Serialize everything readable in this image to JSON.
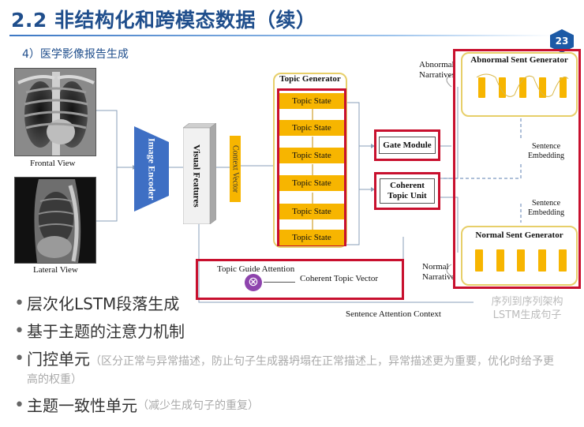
{
  "header": {
    "title": "2.2 非结构化和跨模态数据（续）",
    "page_number": "23",
    "subtitle": "4）医学影像报告生成"
  },
  "diagram": {
    "frontal_view": "Frontal View",
    "lateral_view": "Lateral View",
    "image_encoder": "Image Encoder",
    "visual_features": "Visual Features",
    "context_vector": "Context Vector",
    "topic_generator": "Topic Generator",
    "topic_states": [
      "Topic State",
      "Topic State",
      "Topic State",
      "Topic State",
      "Topic State",
      "Topic State"
    ],
    "gate_module": "Gate Module",
    "coherent_topic_unit": "Coherent Topic Unit",
    "topic_guide_attention": "Topic Guide Attention",
    "coherent_topic_vector": "Coherent Topic Vector",
    "sentence_attention_context": "Sentence Attention Context",
    "abnormal_narratives": "Abnormal Narratives",
    "normal_narratives": "Normal Narratives",
    "abnormal_sent_generator": "Abnormal Sent Generator",
    "normal_sent_generator": "Normal Sent Generator",
    "sentence_embedding_1": "Sentence Embedding",
    "sentence_embedding_2": "Sentence Embedding",
    "seq2seq_note": "序列到序列架构\nLSTM生成句子"
  },
  "bullets": [
    {
      "main": "层次化LSTM段落生成",
      "sub": ""
    },
    {
      "main": "基于主题的注意力机制",
      "sub": ""
    },
    {
      "main": "门控单元",
      "sub": "（区分正常与异常描述，防止句子生成器坍塌在正常描述上，异常描述更为重要，优化时给予更高的权重）"
    },
    {
      "main": "主题一致性单元",
      "sub": "（减少生成句子的重复）"
    }
  ],
  "colors": {
    "title_blue": "#1f4e8c",
    "highlight_red": "#c8102e",
    "lstm_yellow": "#f7b500",
    "encoder_blue": "#3e6fc4",
    "attention_purple": "#8e44ad"
  }
}
